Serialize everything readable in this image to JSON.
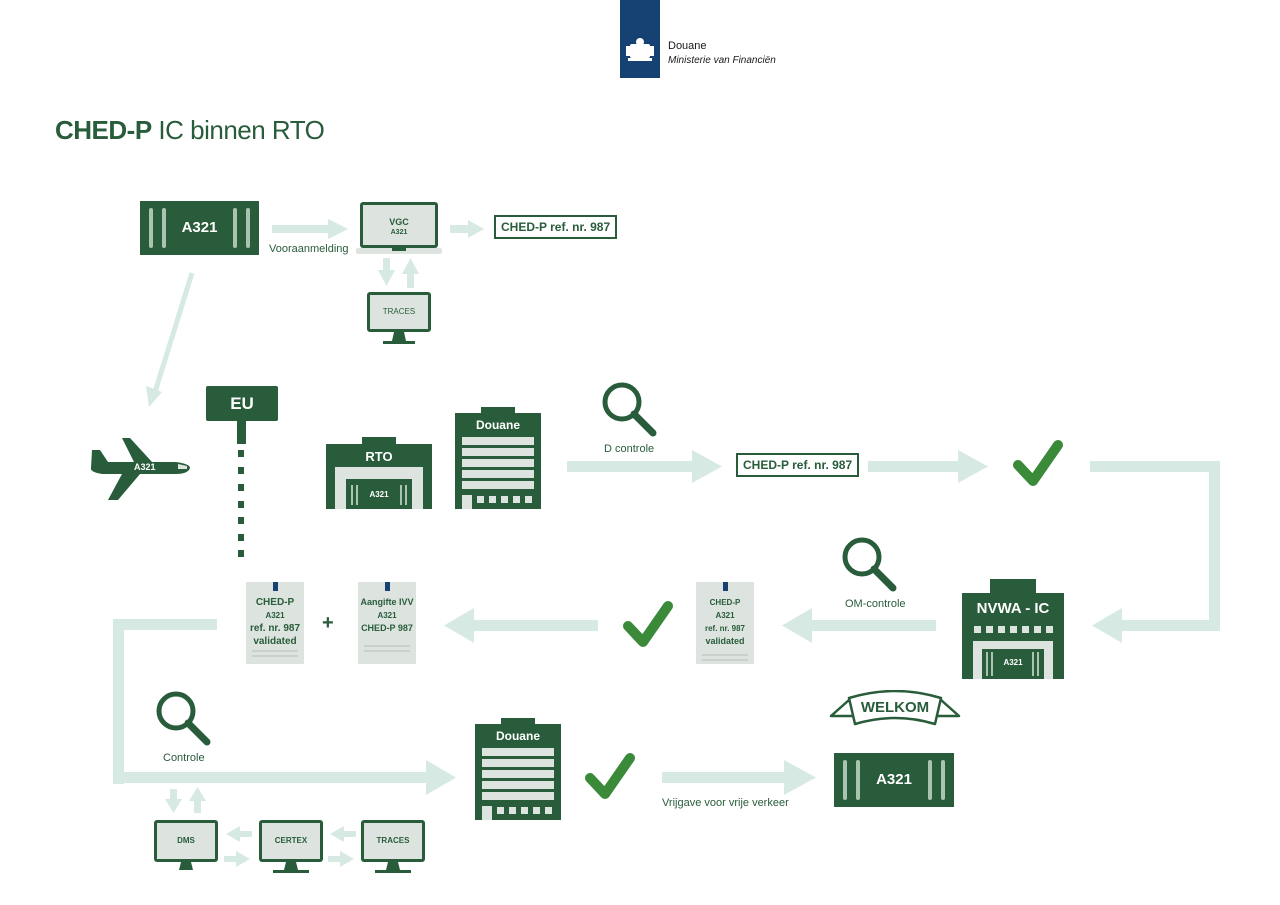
{
  "header": {
    "org": "Douane",
    "ministry": "Ministerie van Financiën",
    "logo_icon": "rijksoverheid-coat-of-arms-icon"
  },
  "title": {
    "bold": "CHED-P",
    "rest": " IC binnen RTO"
  },
  "colors": {
    "dark_green": "#285c3a",
    "check_green": "#3a8a3a",
    "arrow_mint": "#d6e9e2",
    "light_grey": "#dde4df",
    "logo_blue": "#154273"
  },
  "top_flow": {
    "cargo_label": "A321",
    "preannounce_label": "Vooraanmelding",
    "laptop_title": "VGC",
    "laptop_sub": "A321",
    "traces_label": "TRACES",
    "ref_box": "CHED-P ref. nr. 987"
  },
  "middle_flow": {
    "plane_label": "A321",
    "eu_sign": "EU",
    "rto_label": "RTO",
    "rto_cargo": "A321",
    "douane_label": "Douane",
    "search_label": "D controle",
    "ref_box": "CHED-P ref. nr. 987"
  },
  "return_flow": {
    "nvwa_label": "NVWA - IC",
    "nvwa_cargo": "A321",
    "search_label": "OM-controle",
    "doc_validated": [
      "CHED-P",
      "A321",
      "ref. nr. 987",
      "validated"
    ],
    "doc_left_validated": [
      "CHED-P",
      "A321",
      "ref. nr. 987",
      "validated"
    ],
    "plus": "+",
    "doc_declaration": [
      "Aangifte IVV",
      "A321",
      "CHED-P 987"
    ]
  },
  "bottom_flow": {
    "search_label": "Controle",
    "systems": [
      "DMS",
      "CERTEX",
      "TRACES"
    ],
    "douane_label": "Douane",
    "release_label": "Vrijgave voor vrije verkeer",
    "welcome_banner": "WELKOM",
    "cargo_label": "A321"
  }
}
